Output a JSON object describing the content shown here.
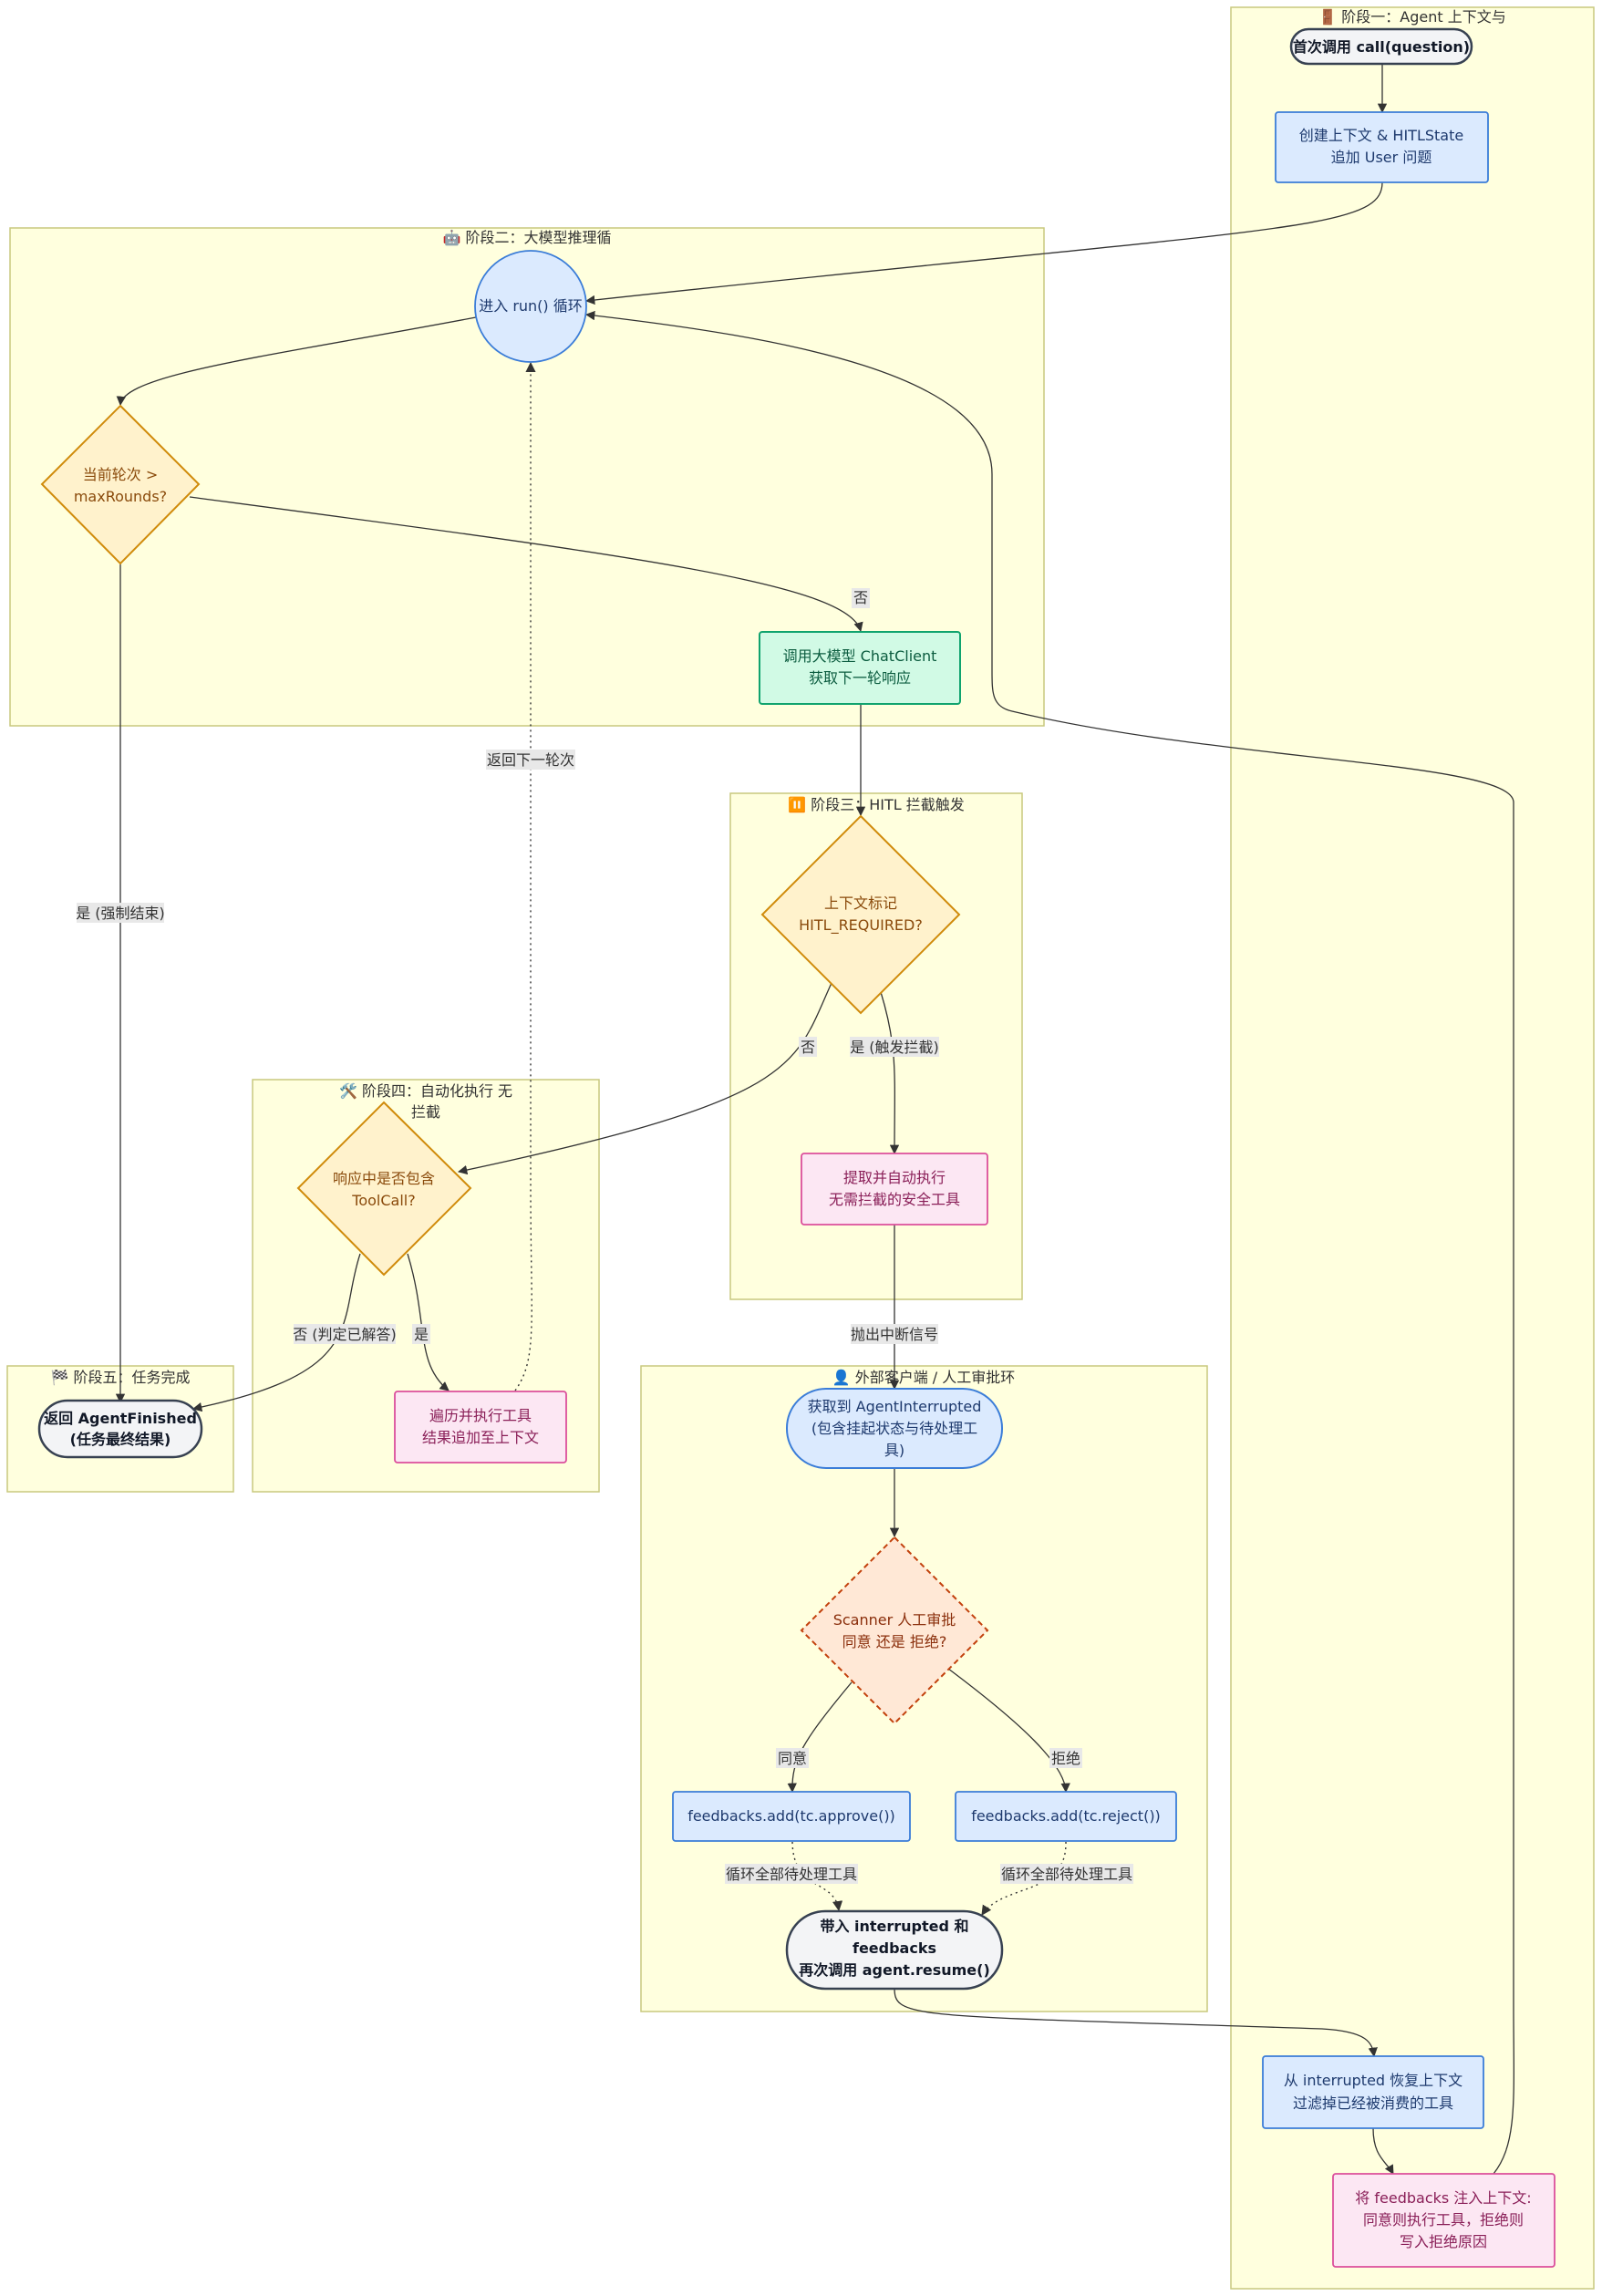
{
  "clusters": {
    "stage1": "🚪 阶段一：Agent 上下文与",
    "stage2": "🤖 阶段二：大模型推理循",
    "stage3": "⏸️ 阶段三：HITL 拦截触发",
    "stage4_line1": "🛠️ 阶段四：自动化执行 无",
    "stage4_line2": "拦截",
    "stage5": "🏁 阶段五：任务完成",
    "external": "👤 外部客户端 / 人工审批环"
  },
  "nodes": {
    "start": "首次调用 call(question)",
    "create_ctx_1": "创建上下文 & HITLState",
    "create_ctx_2": "追加 User 问题",
    "run_loop": "进入 run() 循环",
    "max_rounds_1": "当前轮次 >",
    "max_rounds_2": "maxRounds?",
    "call_llm_1": "调用大模型 ChatClient",
    "call_llm_2": "获取下一轮响应",
    "hitl_check_1": "上下文标记",
    "hitl_check_2": "HITL_REQUIRED?",
    "extract_safe_1": "提取并自动执行",
    "extract_safe_2": "无需拦截的安全工具",
    "has_toolcall_1": "响应中是否包含",
    "has_toolcall_2": "ToolCall?",
    "exec_tools_1": "遍历并执行工具",
    "exec_tools_2": "结果追加至上下文",
    "finished_1": "返回 AgentFinished",
    "finished_2": "(任务最终结果)",
    "interrupted_1": "获取到 AgentInterrupted",
    "interrupted_2": "(包含挂起状态与待处理工",
    "interrupted_3": "具)",
    "scanner_1": "Scanner 人工审批",
    "scanner_2": "同意 还是 拒绝?",
    "approve": "feedbacks.add(tc.approve())",
    "reject": "feedbacks.add(tc.reject())",
    "resume_1": "带入 interrupted 和",
    "resume_2": "feedbacks",
    "resume_3": "再次调用 agent.resume()",
    "restore_1": "从 interrupted 恢复上下文",
    "restore_2": "过滤掉已经被消费的工具",
    "inject_1": "将 feedbacks 注入上下文:",
    "inject_2": "同意则执行工具，拒绝则",
    "inject_3": "写入拒绝原因"
  },
  "edge_labels": {
    "no_1": "否",
    "yes_force": "是 (强制结束)",
    "back_next": "返回下一轮次",
    "no_2": "否",
    "yes_intercept": "是 (触发拦截)",
    "no_answered": "否 (判定已解答)",
    "yes": "是",
    "throw_signal": "抛出中断信号",
    "agree": "同意",
    "refuse": "拒绝",
    "loop_pending_1": "循环全部待处理工具",
    "loop_pending_2": "循环全部待处理工具"
  },
  "colors": {
    "cluster_fill": "#ffffde",
    "blue_fill": "#dbeafe",
    "blue_stroke": "#3b7dd8",
    "green_fill": "#d1fae5",
    "green_stroke": "#10a36e",
    "pink_fill": "#fce7f3",
    "pink_stroke": "#db4f9b",
    "diamond_fill": "#fff2cc",
    "diamond_stroke": "#d08b0b",
    "scanner_fill": "#ffe8d6",
    "scanner_stroke": "#c2410c",
    "terminal_fill": "#f3f4f6",
    "terminal_stroke": "#374151"
  }
}
